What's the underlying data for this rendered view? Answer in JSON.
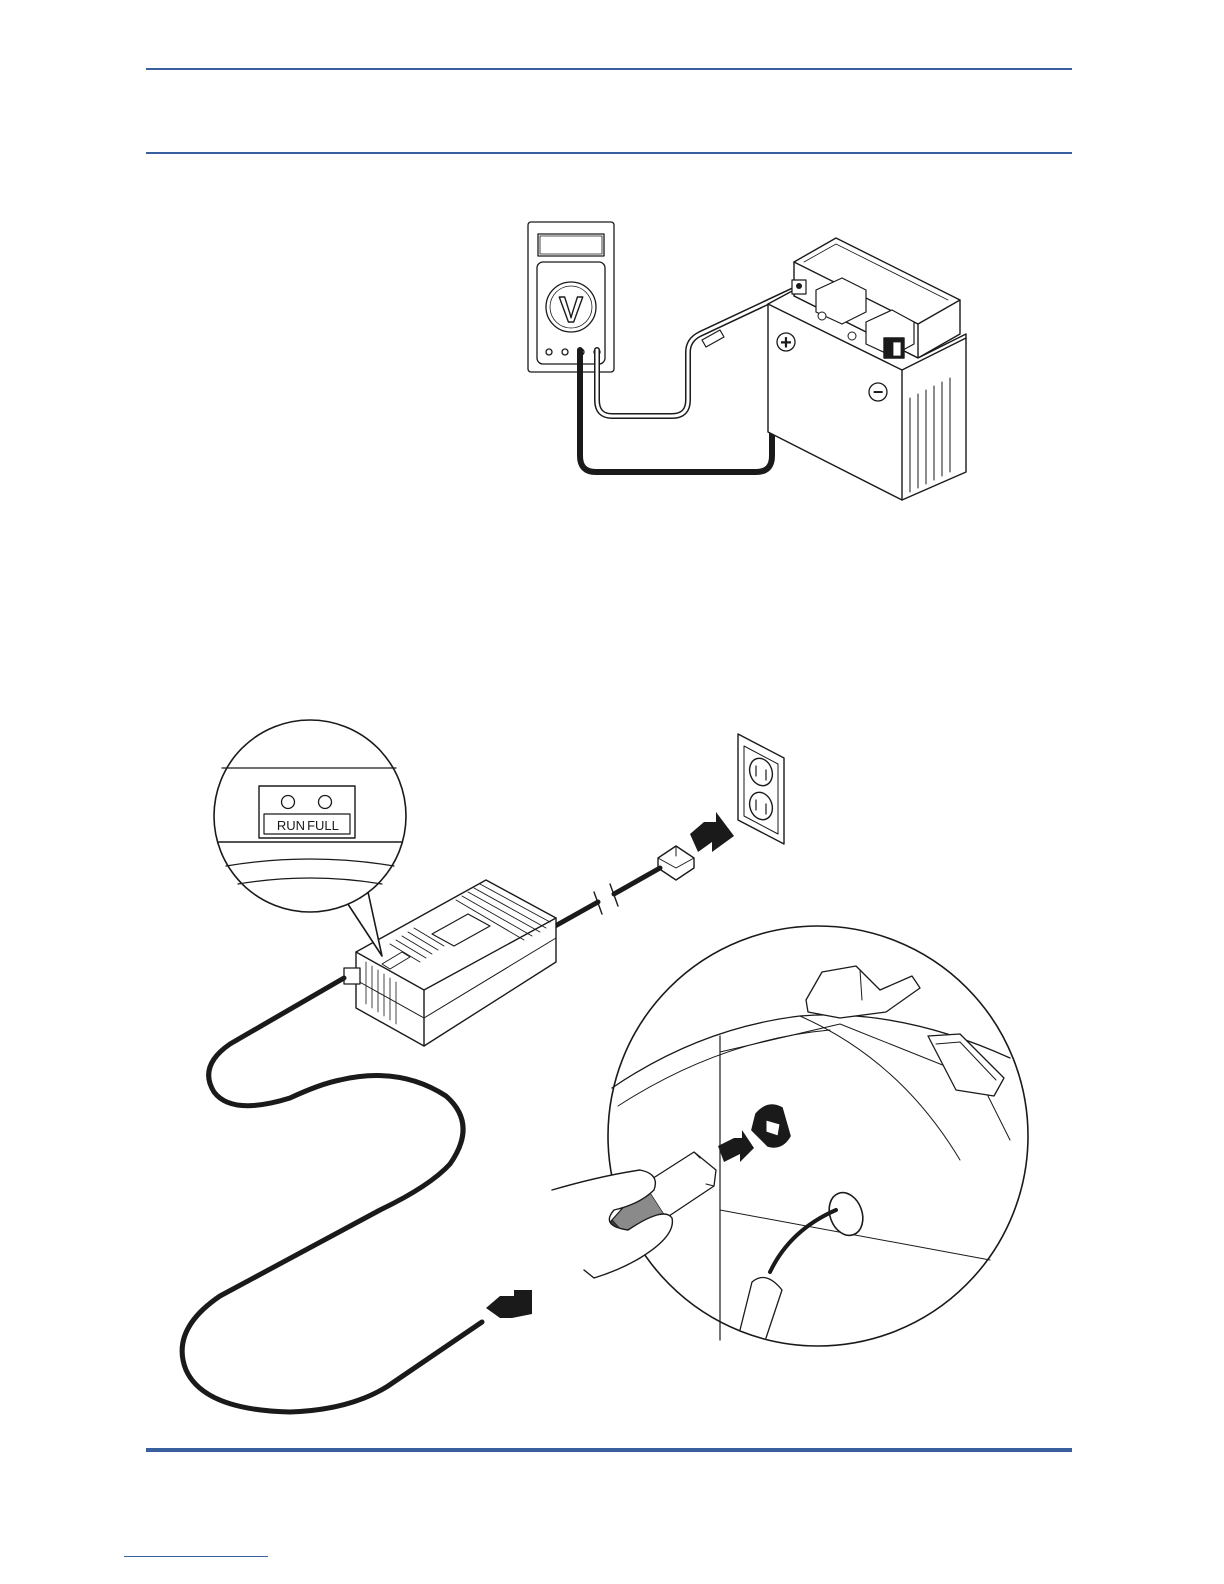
{
  "figure1": {
    "meter_icon_letter": "V",
    "positive_symbol": "+",
    "negative_symbol": "−"
  },
  "figure2": {
    "indicator_labels": [
      "RUN",
      "FULL"
    ]
  },
  "colors": {
    "rule_blue": "#3a5f9e",
    "line_black": "#1a1a1a"
  }
}
